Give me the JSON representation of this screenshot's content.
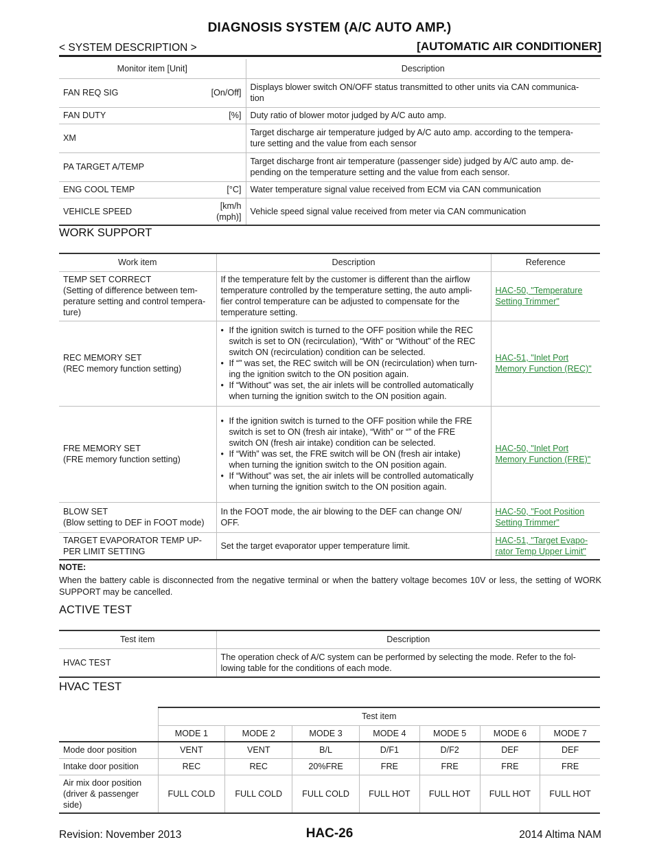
{
  "header": {
    "title": "DIAGNOSIS SYSTEM (A/C AUTO AMP.)",
    "left": "< SYSTEM DESCRIPTION >",
    "right": "[AUTOMATIC AIR CONDITIONER]"
  },
  "monitor_table": {
    "col_item": "Monitor item [Unit]",
    "col_desc": "Description",
    "rows": [
      {
        "name": "FAN REQ SIG",
        "unit": "[On/Off]",
        "desc": "Displays blower switch ON/OFF status transmitted to other units via CAN communica-\ntion"
      },
      {
        "name": "FAN DUTY",
        "unit": "[%]",
        "desc": "Duty ratio of blower motor judged by A/C auto amp."
      },
      {
        "name": "XM",
        "unit": "",
        "desc": "Target discharge air temperature judged by A/C auto amp. according to the tempera-\nture setting and the value from each sensor"
      },
      {
        "name": "PA TARGET A/TEMP",
        "unit": "",
        "desc": "Target discharge front air temperature (passenger side) judged by A/C auto amp. de-\npending on the temperature setting and the value from each sensor."
      },
      {
        "name": "ENG COOL TEMP",
        "unit": "[°C]",
        "desc": "Water temperature signal value received from ECM via CAN communication"
      },
      {
        "name": "VEHICLE SPEED",
        "unit": "[km/h\n(mph)]",
        "desc": "Vehicle speed signal value received from meter via CAN communication"
      }
    ]
  },
  "work_support": {
    "heading": "WORK SUPPORT",
    "col_item": "Work item",
    "col_desc": "Description",
    "col_ref": "Reference",
    "rows": [
      {
        "item": "TEMP SET CORRECT\n(Setting of difference between tem-\nperature setting and control tempera-\nture)",
        "desc": "If the temperature felt by the customer is different than the airflow\ntemperature controlled by the temperature setting, the auto ampli-\nfier control temperature can be adjusted to compensate for the\ntemperature setting.",
        "ref": "HAC-50, \"Temperature\nSetting Trimmer\""
      },
      {
        "item": "REC MEMORY SET\n(REC memory function setting)",
        "bullets": [
          "If the ignition switch is turned to the OFF position while the REC\nswitch is set to ON (recirculation), “With” or “Without” of the REC\nswitch ON (recirculation) condition can be selected.",
          "If “” was set, the REC switch will be ON (recirculation) when turn-\ning the ignition switch to the ON position again.",
          "If “Without” was set, the air inlets will be controlled automatically\nwhen turning the ignition switch to the ON position again."
        ],
        "ref": "HAC-51, \"Inlet Port\nMemory Function (REC)\""
      },
      {
        "item": "FRE MEMORY SET\n(FRE memory function setting)",
        "bullets": [
          "If the ignition switch is turned to the OFF position while the FRE\nswitch is set to ON (fresh air intake), “With” or “” of the FRE\nswitch ON (fresh air intake) condition can be selected.",
          "If “With” was set, the FRE switch will be ON (fresh air intake)\nwhen turning the ignition switch to the ON position again.",
          "If “Without” was set, the air inlets will be controlled automatically\nwhen turning the ignition switch to the ON position again."
        ],
        "ref": "HAC-50, \"Inlet Port\nMemory Function (FRE)\""
      },
      {
        "item": "BLOW SET\n(Blow setting to DEF in FOOT mode)",
        "desc": "In the FOOT mode, the air blowing to the DEF can change ON/\nOFF.",
        "ref": "HAC-50, \"Foot Position\nSetting Trimmer\""
      },
      {
        "item": "TARGET EVAPORATOR TEMP UP-\nPER LIMIT SETTING",
        "desc": "Set the target evaporator upper temperature limit.",
        "ref": "HAC-51, \"Target Evapo-\nrator Temp Upper Limit\""
      }
    ]
  },
  "note": {
    "label": "NOTE:",
    "text": "When the battery cable is disconnected from the negative terminal or when the battery voltage becomes 10V or less, the setting of WORK SUPPORT may be cancelled."
  },
  "active_test": {
    "heading": "ACTIVE TEST",
    "col_item": "Test item",
    "col_desc": "Description",
    "row": {
      "item": "HVAC TEST",
      "desc": "The operation check of A/C system can be performed by selecting the mode. Refer to the fol-\nlowing table for the conditions of each mode."
    }
  },
  "hvac_test": {
    "heading": "HVAC TEST",
    "group_header": "Test item",
    "modes": [
      "MODE 1",
      "MODE 2",
      "MODE 3",
      "MODE 4",
      "MODE 5",
      "MODE 6",
      "MODE 7"
    ],
    "rows": [
      {
        "label": "Mode door position",
        "values": [
          "VENT",
          "VENT",
          "B/L",
          "D/F1",
          "D/F2",
          "DEF",
          "DEF"
        ]
      },
      {
        "label": "Intake door position",
        "values": [
          "REC",
          "REC",
          "20%FRE",
          "FRE",
          "FRE",
          "FRE",
          "FRE"
        ]
      },
      {
        "label": "Air mix door position\n(driver & passenger\nside)",
        "values": [
          "FULL COLD",
          "FULL COLD",
          "FULL COLD",
          "FULL HOT",
          "FULL HOT",
          "FULL HOT",
          "FULL HOT"
        ]
      }
    ]
  },
  "footer": {
    "revision": "Revision: November 2013",
    "page": "HAC-26",
    "model": "2014 Altima NAM"
  }
}
